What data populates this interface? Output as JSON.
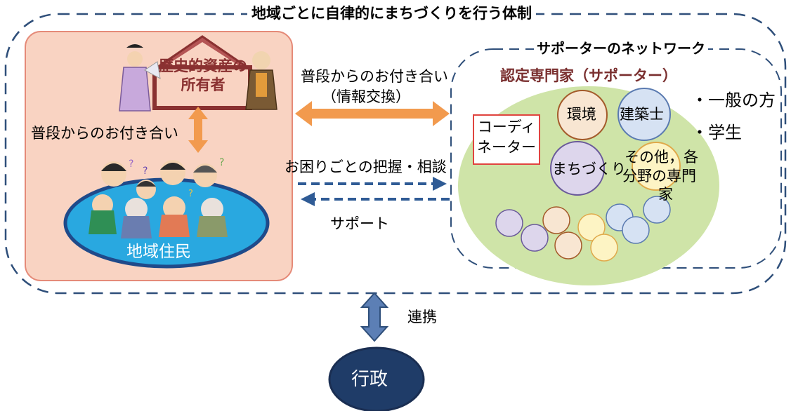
{
  "header": {
    "title": "地域ごとに自律的にまちづくりを行う体制"
  },
  "left_panel": {
    "owner_label": "歴史的資産の所有者",
    "owner_resident_link": "普段からのお付き合い",
    "residents_label": "地域住民"
  },
  "middle": {
    "top_link_line1": "普段からのお付き合い",
    "top_link_line2": "（情報交換）",
    "consult_label": "お困りごとの把握・相談",
    "support_label": "サポート"
  },
  "network": {
    "title": "サポーターのネットワーク",
    "experts_title": "認定専門家（サポーター）",
    "coordinator_line1": "コーディ",
    "coordinator_line2": "ネーター",
    "circle_environment": "環境",
    "circle_architect": "建築士",
    "circle_machizukuri": "まちづくり",
    "circle_other_line1": "その他，各",
    "circle_other_line2": "分野の専門",
    "circle_other_line3": "家",
    "general_public": "・一般の方",
    "students": "・学生"
  },
  "bottom": {
    "cooperation_label": "連携",
    "government_label": "行政"
  },
  "colors": {
    "outer_dash": "#2f4f7a",
    "left_panel_fill": "#f9d3c2",
    "left_panel_stroke": "#e58a78",
    "owner_red": "#9e3b3b",
    "arrow_orange": "#f29a4e",
    "residents_pool": "#29a8e0",
    "residents_pool_rim": "#1f4a8a",
    "network_fill": "#cfe4a8",
    "gov_fill": "#1f3c68",
    "cooperation_arrow": "#4a6fa5"
  }
}
